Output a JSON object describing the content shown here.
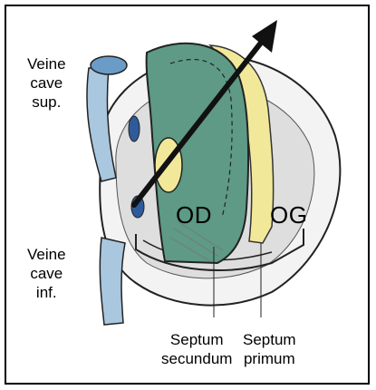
{
  "labels": {
    "vcs": [
      "Veine",
      "cave",
      "sup."
    ],
    "vci": [
      "Veine",
      "cave",
      "inf."
    ],
    "od": "OD",
    "og": "OG",
    "septum_secundum": [
      "Septum",
      "secundum"
    ],
    "septum_primum": [
      "Septum",
      "primum"
    ]
  },
  "colors": {
    "septum_secundum": "#5e9a86",
    "septum_primum": "#f2e89a",
    "vein": "#a9c7df",
    "wall": "#f2f2f2",
    "arrow": "#111111"
  }
}
